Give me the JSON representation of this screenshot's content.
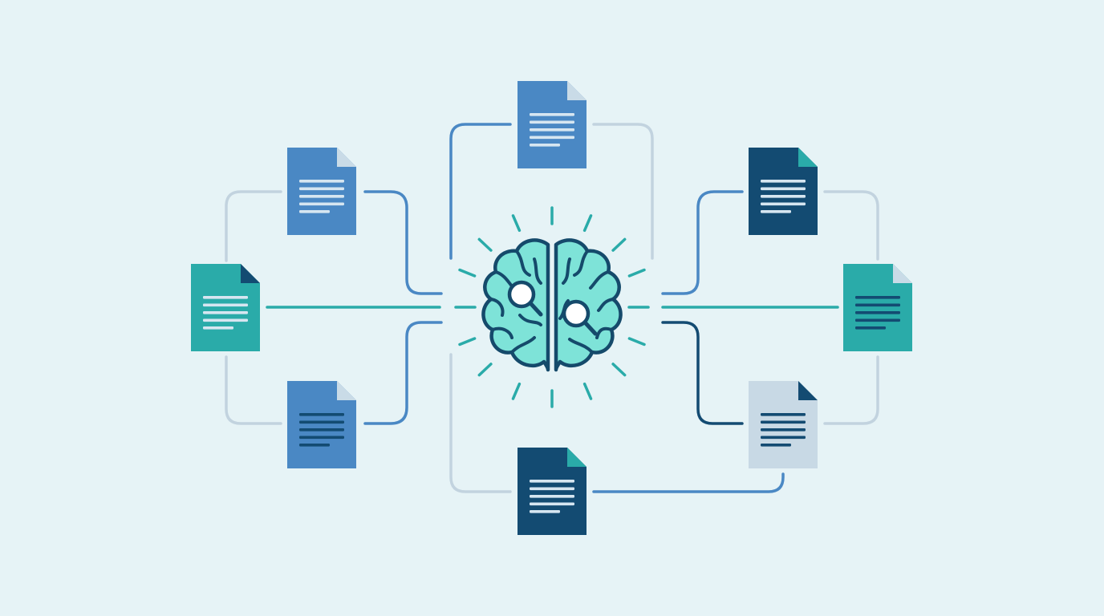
{
  "colors": {
    "background": "#e6f3f6",
    "teal": "#2aaba9",
    "mid_blue": "#4a88c4",
    "navy": "#134b72",
    "pale_blue": "#c8d9e5",
    "pale_line": "#c2d3df",
    "brain_fill": "#7ee3d8",
    "brain_stroke": "#154a6b",
    "ray": "#2aaba9"
  },
  "hub": {
    "icon": "brain-icon",
    "overlay_icons": [
      "magnifier-icon",
      "magnifier-icon"
    ]
  },
  "documents": [
    {
      "id": "top-center",
      "icon": "document-icon",
      "fill": "mid_blue",
      "fold": "light",
      "lines": "light"
    },
    {
      "id": "left-upper",
      "icon": "document-icon",
      "fill": "mid_blue",
      "fold": "light",
      "lines": "light"
    },
    {
      "id": "left-middle",
      "icon": "document-icon",
      "fill": "teal",
      "fold": "navy",
      "lines": "light"
    },
    {
      "id": "left-lower",
      "icon": "document-icon",
      "fill": "mid_blue",
      "fold": "light",
      "lines": "dark"
    },
    {
      "id": "bottom-center",
      "icon": "document-icon",
      "fill": "navy",
      "fold": "teal",
      "lines": "light"
    },
    {
      "id": "right-upper",
      "icon": "document-icon",
      "fill": "navy",
      "fold": "teal",
      "lines": "light"
    },
    {
      "id": "right-middle",
      "icon": "document-icon",
      "fill": "teal",
      "fold": "light",
      "lines": "dark"
    },
    {
      "id": "right-lower",
      "icon": "document-icon",
      "fill": "pale_blue",
      "fold": "navy",
      "lines": "dark"
    }
  ]
}
